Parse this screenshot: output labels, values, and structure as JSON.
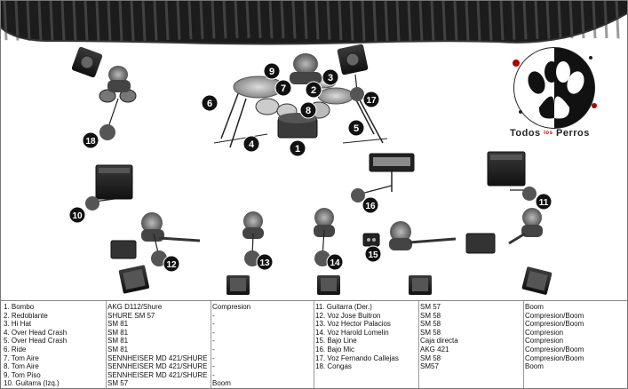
{
  "logo": {
    "word1": "Todos",
    "word2": "los",
    "word3": "Perros"
  },
  "markers": [
    {
      "n": "1"
    },
    {
      "n": "2"
    },
    {
      "n": "3"
    },
    {
      "n": "4"
    },
    {
      "n": "5"
    },
    {
      "n": "6"
    },
    {
      "n": "7"
    },
    {
      "n": "8"
    },
    {
      "n": "9"
    },
    {
      "n": "10"
    },
    {
      "n": "11"
    },
    {
      "n": "12"
    },
    {
      "n": "13"
    },
    {
      "n": "14"
    },
    {
      "n": "15"
    },
    {
      "n": "16"
    },
    {
      "n": "17"
    },
    {
      "n": "18"
    }
  ],
  "input_list": {
    "left": [
      {
        "channel": "1. Bombo",
        "mic": "AKG D112/Shure",
        "stand": "Compresion"
      },
      {
        "channel": "2. Redoblante",
        "mic": "SHURE SM 57",
        "stand": "-"
      },
      {
        "channel": "3. Hi Hat",
        "mic": "SM 81",
        "stand": "-"
      },
      {
        "channel": "4. Over Head Crash",
        "mic": "SM 81",
        "stand": "-"
      },
      {
        "channel": "5. Over Head Crash",
        "mic": "SM 81",
        "stand": "-"
      },
      {
        "channel": "6. Ride",
        "mic": "SM 81",
        "stand": "-"
      },
      {
        "channel": "7. Tom Aire",
        "mic": "SENNHEISER MD 421/SHURE",
        "stand": "-"
      },
      {
        "channel": "8. Tom Aire",
        "mic": "SENNHEISER MD 421/SHURE",
        "stand": "-"
      },
      {
        "channel": "9. Tom Piso",
        "mic": "SENNHEISER MD 421/SHURE",
        "stand": "-"
      },
      {
        "channel": "10. Guitarra (Izq.)",
        "mic": "SM 57",
        "stand": "Boom"
      }
    ],
    "right": [
      {
        "channel": "11. Guitarra (Der.)",
        "mic": "SM 57",
        "stand": "Boom"
      },
      {
        "channel": "12. Voz Jose Buitron",
        "mic": "SM 58",
        "stand": "Compresion/Boom"
      },
      {
        "channel": "13. Voz Hector Palacios",
        "mic": "SM 58",
        "stand": "Compresion/Boom"
      },
      {
        "channel": "14. Voz Harold  Lomelin",
        "mic": "SM 58",
        "stand": "Compresion"
      },
      {
        "channel": "15. Bajo Line",
        "mic": "Caja directa",
        "stand": "Compresion"
      },
      {
        "channel": "16. Bajo Mic",
        "mic": "AKG 421",
        "stand": "Compresion/Boom"
      },
      {
        "channel": "17. Voz Fernando Callejas",
        "mic": "SM 58",
        "stand": "Compresion/Boom"
      },
      {
        "channel": "18. Congas",
        "mic": "SM57",
        "stand": "Boom"
      }
    ]
  },
  "colors": {
    "curtain": "#2a2a2a",
    "marker_fill": "#111111",
    "marker_text": "#ffffff",
    "mic_pad": "#555555",
    "logo_red": "#b00000"
  }
}
